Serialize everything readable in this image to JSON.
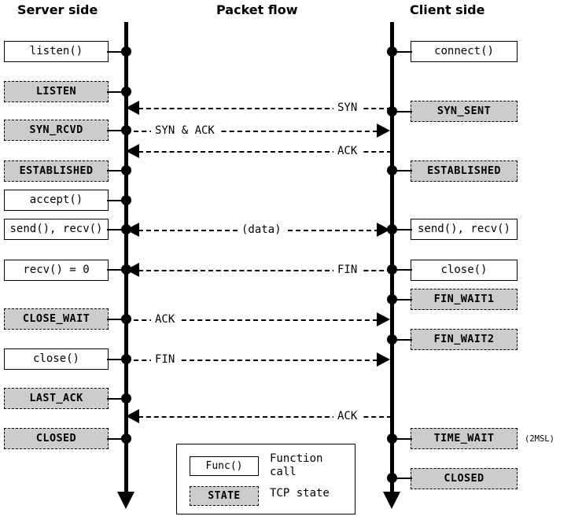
{
  "diagram": {
    "title": "TCP connection state sequence diagram",
    "headings": {
      "server": "Server side",
      "packet_flow": "Packet flow",
      "client": "Client side"
    },
    "colors": {
      "state_fill": "#cccccc",
      "func_fill": "#ffffff",
      "line": "#000000",
      "background": "#ffffff"
    }
  },
  "server_nodes": [
    {
      "label": "listen()",
      "kind": "func"
    },
    {
      "label": "LISTEN",
      "kind": "state"
    },
    {
      "label": "SYN_RCVD",
      "kind": "state"
    },
    {
      "label": "ESTABLISHED",
      "kind": "state"
    },
    {
      "label": "accept()",
      "kind": "func"
    },
    {
      "label": "send(), recv()",
      "kind": "func"
    },
    {
      "label": "recv() = 0",
      "kind": "func"
    },
    {
      "label": "CLOSE_WAIT",
      "kind": "state"
    },
    {
      "label": "close()",
      "kind": "func"
    },
    {
      "label": "LAST_ACK",
      "kind": "state"
    },
    {
      "label": "CLOSED",
      "kind": "state"
    }
  ],
  "client_nodes": [
    {
      "label": "connect()",
      "kind": "func"
    },
    {
      "label": "SYN_SENT",
      "kind": "state"
    },
    {
      "label": "ESTABLISHED",
      "kind": "state"
    },
    {
      "label": "send(), recv()",
      "kind": "func"
    },
    {
      "label": "close()",
      "kind": "func"
    },
    {
      "label": "FIN_WAIT1",
      "kind": "state"
    },
    {
      "label": "FIN_WAIT2",
      "kind": "state"
    },
    {
      "label": "TIME_WAIT",
      "kind": "state"
    },
    {
      "label": "CLOSED",
      "kind": "state"
    }
  ],
  "packets": [
    {
      "label": "SYN",
      "direction": "client-to-server"
    },
    {
      "label": "SYN & ACK",
      "direction": "server-to-client"
    },
    {
      "label": "ACK",
      "direction": "client-to-server"
    },
    {
      "label": "(data)",
      "direction": "bidirectional"
    },
    {
      "label": "FIN",
      "direction": "client-to-server"
    },
    {
      "label": "ACK",
      "direction": "server-to-client"
    },
    {
      "label": "FIN",
      "direction": "server-to-client"
    },
    {
      "label": "ACK",
      "direction": "client-to-server"
    }
  ],
  "annotations": {
    "time_wait_note": "(2MSL)"
  },
  "legend": {
    "func_sample": "Func()",
    "func_desc": "Function\ncall",
    "state_sample": "STATE",
    "state_desc": "TCP state"
  }
}
